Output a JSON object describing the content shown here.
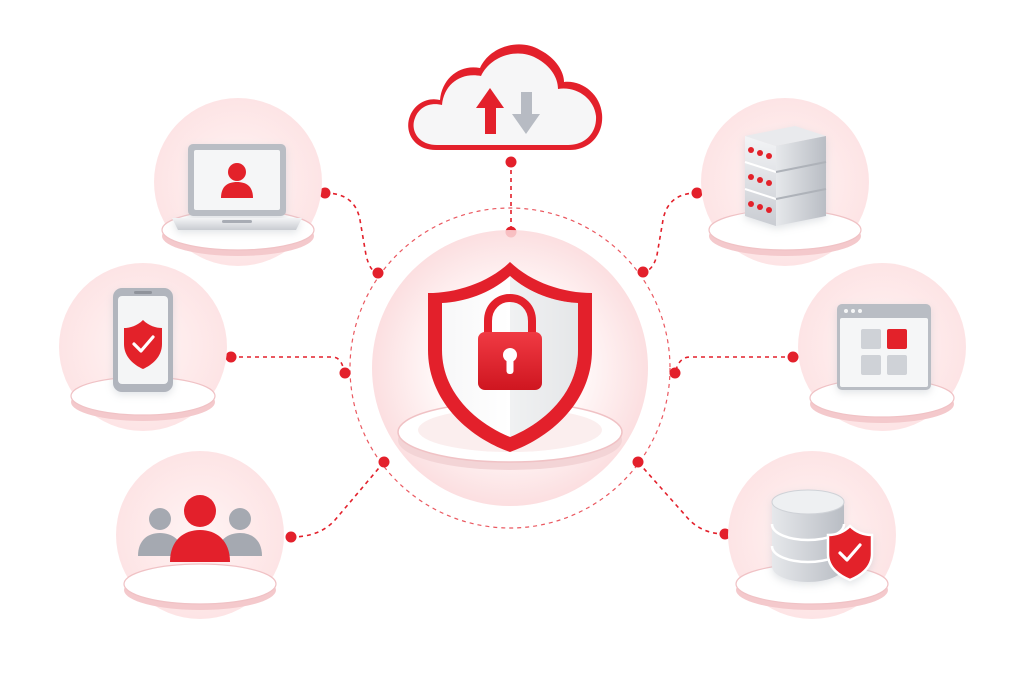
{
  "colors": {
    "accent": "#e3202b",
    "accent_light": "#fde9ea",
    "accent_soft": "#f6c9cc",
    "neutral": "#d9dbe0",
    "neutral_dark": "#9ea2ab",
    "white": "#ffffff"
  },
  "hub": {
    "icon": "shield-lock-icon"
  },
  "nodes": [
    {
      "id": "cloud",
      "icon": "cloud-sync-icon"
    },
    {
      "id": "laptop",
      "icon": "laptop-user-icon"
    },
    {
      "id": "phone",
      "icon": "phone-shield-icon"
    },
    {
      "id": "users",
      "icon": "user-group-icon"
    },
    {
      "id": "servers",
      "icon": "server-rack-icon"
    },
    {
      "id": "app-window",
      "icon": "app-window-icon"
    },
    {
      "id": "database",
      "icon": "database-shield-icon"
    }
  ]
}
